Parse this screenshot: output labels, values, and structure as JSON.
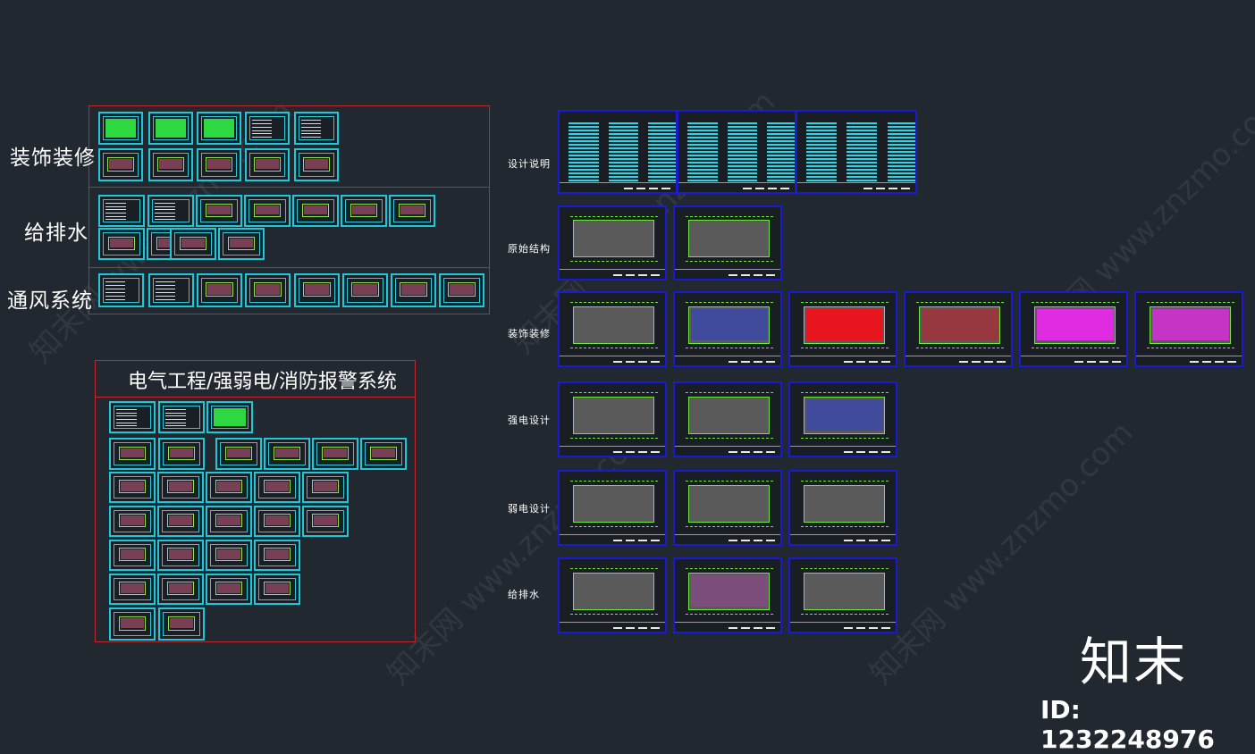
{
  "left_panel": {
    "sections": [
      {
        "label": "装饰装修"
      },
      {
        "label": "给排水"
      },
      {
        "label": "通风系统"
      }
    ]
  },
  "electrical_panel": {
    "title": "电气工程/强弱电/消防报警系统"
  },
  "right_panel": {
    "rows": [
      {
        "label": "设计说明"
      },
      {
        "label": "原始结构"
      },
      {
        "label": "装饰装修"
      },
      {
        "label": "强电设计"
      },
      {
        "label": "弱电设计"
      },
      {
        "label": "给排水"
      }
    ]
  },
  "watermark": {
    "text": "知末网 www.znzmo.com"
  },
  "brand": {
    "logo": "知末",
    "id_text": "ID: 1232248976"
  },
  "colors": {
    "background": "#212830",
    "frame_red": "#c0282e",
    "thumb_cyan": "#1ec8d8",
    "sheet_blue": "#1a1ad0",
    "plan_green": "#6ee83a"
  }
}
